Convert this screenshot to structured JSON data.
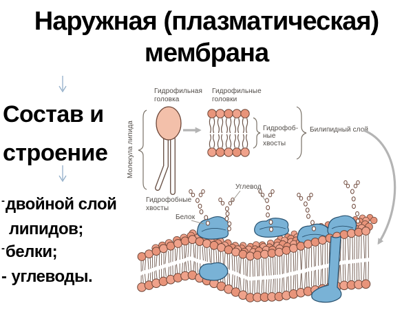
{
  "title": {
    "line1": "Наружная (плазматическая)",
    "line2": "мембрана"
  },
  "sidebar": {
    "heading_line1": "Состав и",
    "heading_line2": "строение",
    "bullets": [
      {
        "marker": "-",
        "text": "двойной слой"
      },
      {
        "marker": "",
        "text": "липидов;"
      },
      {
        "marker": "-",
        "text": "белки;"
      },
      {
        "marker": "-",
        "text": "углеводы."
      }
    ]
  },
  "figure": {
    "labels": {
      "molecule": "Молекула липида",
      "hydrophilic_head": [
        "Гидрофильная",
        "головка"
      ],
      "hydrophilic_heads": [
        "Гидрофильные",
        "головки"
      ],
      "hydrophobic_tails_side": [
        "Гидрофоб-",
        "ные",
        "хвосты"
      ],
      "bilipid_layer": "Билипидный слой",
      "hydrophobic_tails": [
        "Гидрофобные",
        "хвосты"
      ],
      "carbohydrate": "Углевод",
      "protein": "Белок"
    }
  },
  "colors": {
    "title_color": "#000000",
    "head_fill": "#efa28b",
    "head_fill2": "#e8947a",
    "head_big": "#f3c0aa",
    "outline": "#6b4436",
    "tail_stroke": "#6b5449",
    "protein_fill": "#79b2d6",
    "protein_stroke": "#27506e",
    "arrow_gray": "#b4b4b4",
    "label_color": "#4f4a46",
    "flow_arrow": "#92aec8"
  }
}
